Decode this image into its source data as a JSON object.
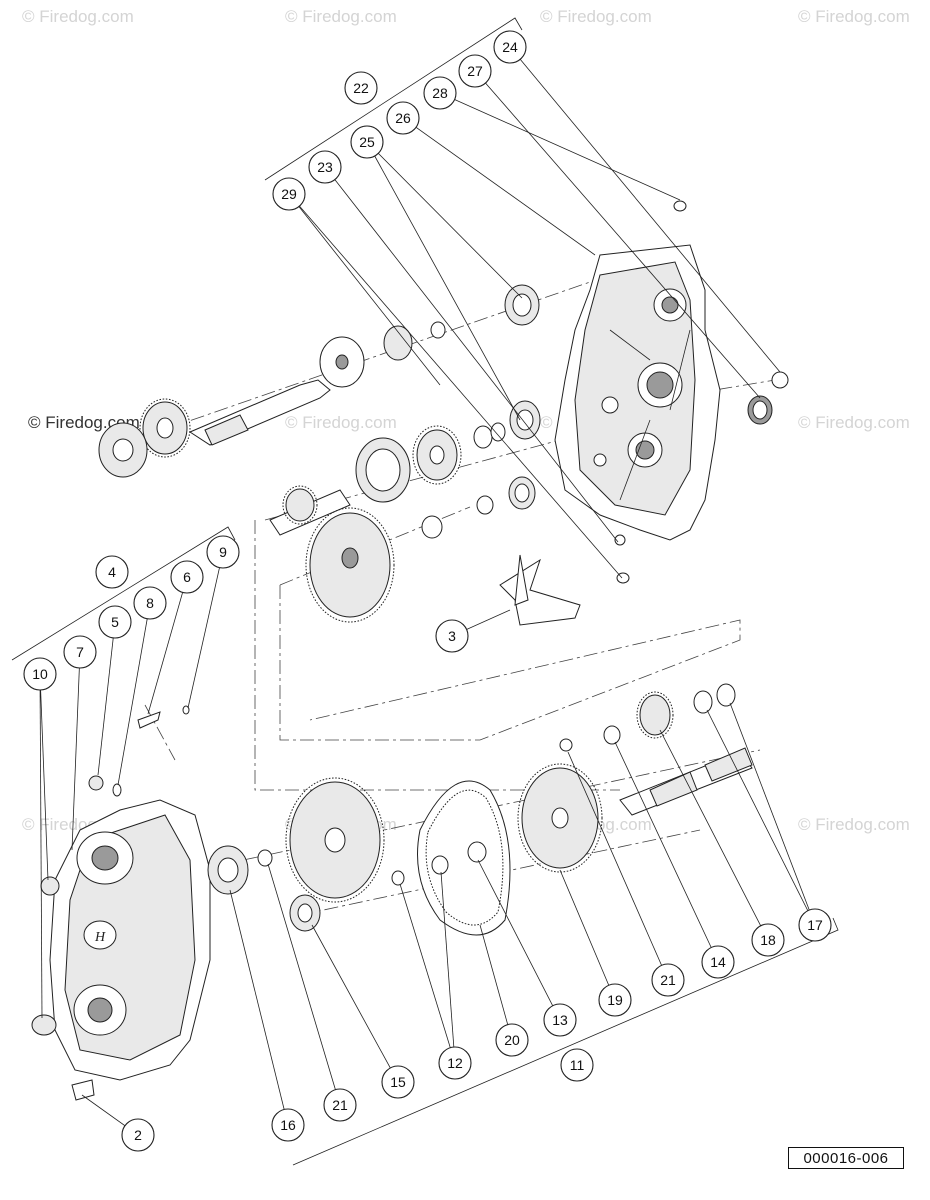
{
  "watermarks": {
    "text": "© Firedog.com",
    "corner_text": "© Firedog.com"
  },
  "reference_code": "000016-006",
  "callouts": [
    "2",
    "3",
    "4",
    "5",
    "6",
    "7",
    "8",
    "9",
    "10",
    "11",
    "12",
    "13",
    "14",
    "15",
    "16",
    "17",
    "18",
    "19",
    "20",
    "21",
    "22",
    "23",
    "24",
    "25",
    "26",
    "27",
    "28",
    "29"
  ],
  "colors": {
    "line": "#222222",
    "watermark": "#d4d4d4",
    "background": "#ffffff"
  }
}
